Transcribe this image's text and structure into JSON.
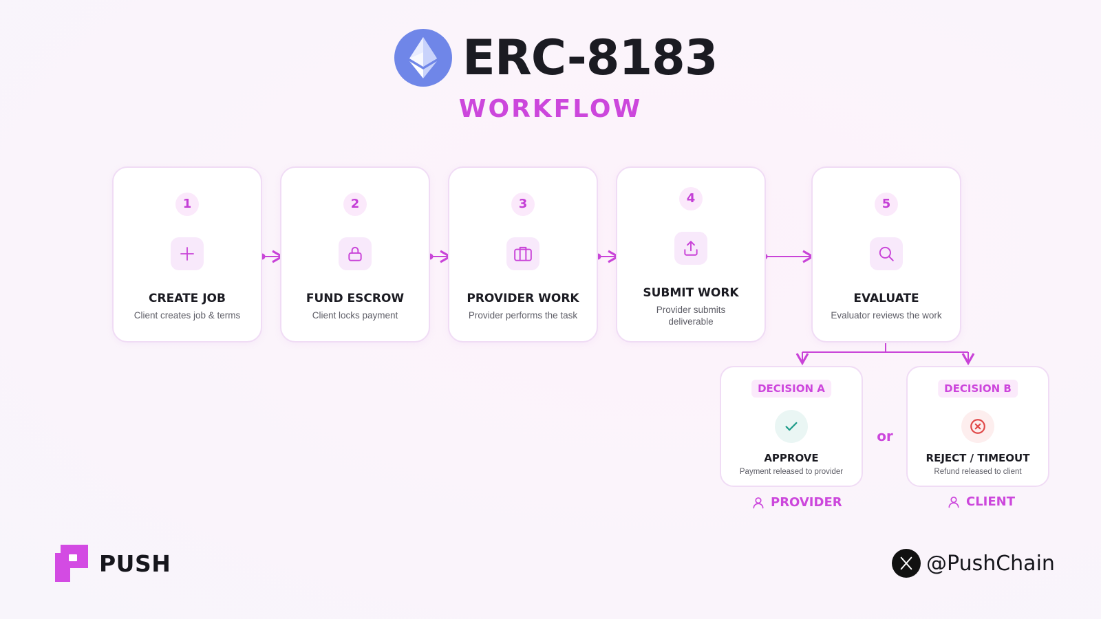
{
  "header": {
    "title": "ERC-8183",
    "subtitle": "WORKFLOW"
  },
  "steps": [
    {
      "number": "1",
      "title": "CREATE JOB",
      "desc": "Client creates job & terms",
      "icon": "plus-icon"
    },
    {
      "number": "2",
      "title": "FUND ESCROW",
      "desc": "Client locks payment",
      "icon": "lock-icon"
    },
    {
      "number": "3",
      "title": "PROVIDER WORK",
      "desc": "Provider performs the task",
      "icon": "briefcase-icon"
    },
    {
      "number": "4",
      "title": "SUBMIT WORK",
      "desc": "Provider submits deliverable",
      "icon": "upload-icon"
    },
    {
      "number": "5",
      "title": "EVALUATE",
      "desc": "Evaluator reviews the work",
      "icon": "search-icon"
    }
  ],
  "decisions": {
    "a": {
      "badge": "DECISION A",
      "title": "APPROVE",
      "desc": "Payment released to provider",
      "role": "PROVIDER",
      "icon": "check-icon"
    },
    "or": "or",
    "b": {
      "badge": "DECISION B",
      "title": "REJECT / TIMEOUT",
      "desc": "Refund released to client",
      "role": "CLIENT",
      "icon": "x-circle-icon"
    }
  },
  "footer": {
    "brand": "PUSH",
    "handle": "@PushChain"
  },
  "colors": {
    "accent": "#cc47dc",
    "eth_blue": "#6f86e8",
    "approve_green": "#1f9c8a",
    "reject_red": "#e04848"
  }
}
